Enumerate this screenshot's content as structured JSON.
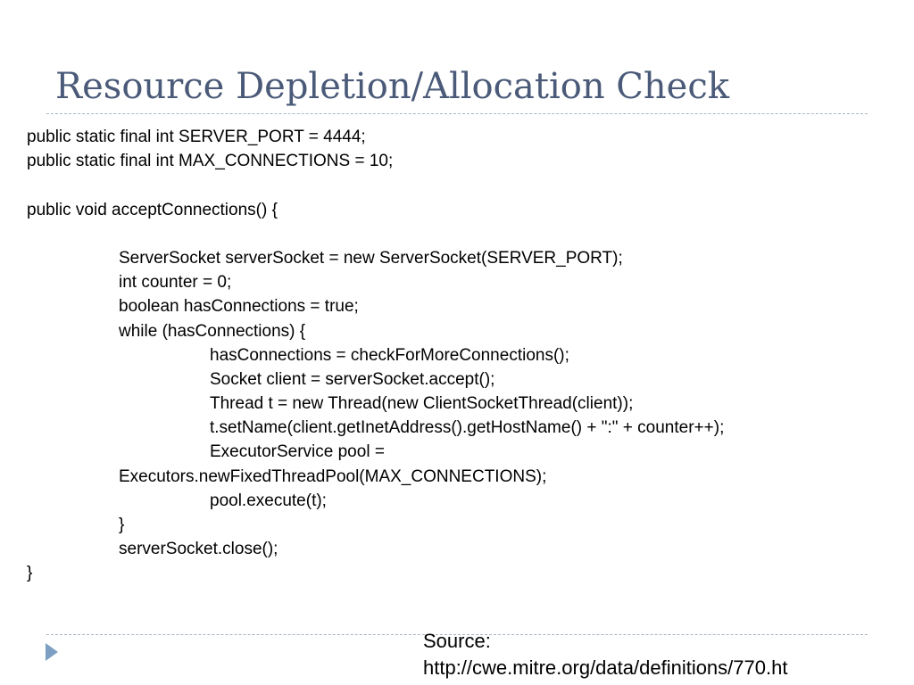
{
  "slide": {
    "title": "Resource Depletion/Allocation Check",
    "code_lines": [
      {
        "text": "public static final int SERVER_PORT = 4444;",
        "indent": 0
      },
      {
        "text": "public static final int MAX_CONNECTIONS = 10;",
        "indent": 0
      },
      {
        "text": "",
        "indent": 0
      },
      {
        "text": "public void acceptConnections() {",
        "indent": 0
      },
      {
        "text": "",
        "indent": 0
      },
      {
        "text": "ServerSocket serverSocket = new ServerSocket(SERVER_PORT);",
        "indent": 1
      },
      {
        "text": "int counter = 0;",
        "indent": 1
      },
      {
        "text": "boolean hasConnections = true;",
        "indent": 1
      },
      {
        "text": "while (hasConnections) {",
        "indent": 1
      },
      {
        "text": "hasConnections = checkForMoreConnections();",
        "indent": 2
      },
      {
        "text": "Socket client = serverSocket.accept();",
        "indent": 2
      },
      {
        "text": "Thread t = new Thread(new ClientSocketThread(client));",
        "indent": 2
      },
      {
        "text": "t.setName(client.getInetAddress().getHostName() + \":\" + counter++);",
        "indent": 2
      },
      {
        "text": "ExecutorService pool =",
        "indent": 2
      },
      {
        "text": "Executors.newFixedThreadPool(MAX_CONNECTIONS);",
        "indent": 1
      },
      {
        "text": "pool.execute(t);",
        "indent": 2
      },
      {
        "text": "}",
        "indent": 1
      },
      {
        "text": "serverSocket.close();",
        "indent": 1
      },
      {
        "text": "}",
        "indent": 0
      }
    ],
    "source_label": "Source:",
    "source_url": "http://cwe.mitre.org/data/definitions/770.ht",
    "nav_icon": "triangle-right-icon"
  }
}
